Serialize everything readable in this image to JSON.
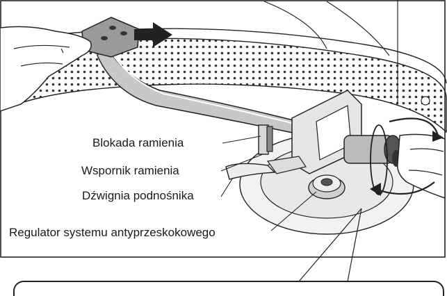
{
  "labels": {
    "arm_lock": "Blokada ramienia",
    "arm_rest": "Wspornik ramienia",
    "lift_lever": "Dźwignia podnośnika",
    "anti_skating": "Regulator systemu antyprzeskokowego"
  },
  "colors": {
    "line": "#1a1a1a",
    "fill_light": "#ececec",
    "fill_mid": "#c8c8c8",
    "fill_dark": "#555555",
    "background": "#ffffff"
  },
  "icons": [
    "arrow-right-icon",
    "rotate-arrows-icon"
  ]
}
